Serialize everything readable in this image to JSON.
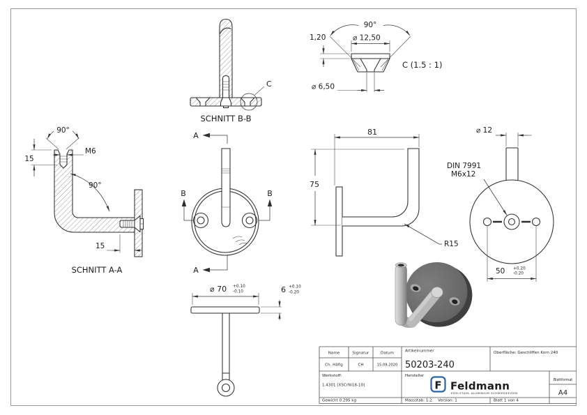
{
  "drawing": {
    "line_color": "#2e2e2e",
    "background": "#ffffff"
  },
  "schnitt_bb": {
    "label": "SCHNITT B-B",
    "detail_marker": "C"
  },
  "detail_c": {
    "title": "C (1.5 : 1)",
    "angle": "90°",
    "lip": "1,20",
    "dia_top": "⌀ 12,50",
    "dia_bottom": "⌀ 6,50"
  },
  "schnitt_aa": {
    "label": "SCHNITT A-A",
    "angle_top": "90°",
    "thread_depth": "15",
    "thread": "M6",
    "angle_inner": "90°",
    "engagement": "15"
  },
  "front": {
    "marker_a_top": "A",
    "marker_a_bottom": "A",
    "marker_b_left": "B",
    "marker_b_right": "B"
  },
  "bottom": {
    "dia": "⌀ 70",
    "dia_tol_plus": "+0.10",
    "dia_tol_minus": "-0.10",
    "thickness": "6",
    "thickness_tol_plus": "+0.10",
    "thickness_tol_minus": "-0.20"
  },
  "side": {
    "width": "81",
    "height": "75",
    "radius": "R15"
  },
  "back": {
    "dia": "⌀ 12",
    "screw_spec_line1": "DIN 7991",
    "screw_spec_line2": "M6x12",
    "hole_spacing": "50",
    "spacing_tol_plus": "+0.20",
    "spacing_tol_minus": "-0.20"
  },
  "title_block": {
    "name_label": "Name",
    "signature_label": "Signatur",
    "date_label": "Datum",
    "name": "Ch. Häfig",
    "signature": "CH",
    "date": "15.09.2020",
    "article_label": "Artikelnummer",
    "article_no": "50203-240",
    "surface": "Oberfläche:  Geschliffen Korn 240",
    "material_label": "Werkstoff:",
    "material": "1.4301 [X5CrNi18-10]",
    "manufacturer_label": "Hersteller",
    "logo_f": "F",
    "logo_text": "Feldmann",
    "logo_tagline": "EDELSTAHL  ALUMINIUM  SCHMIEDEEISEN",
    "logo_color": "#2565a8",
    "format_label": "Blattformat",
    "format": "A4",
    "weight": "Gewicht 0.295 kg",
    "scale": "Massstab: 1:2",
    "version": "Version: 1",
    "sheet": "Blatt 1 von 4"
  }
}
